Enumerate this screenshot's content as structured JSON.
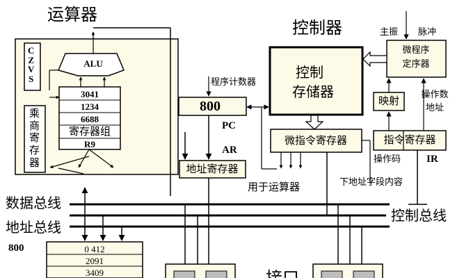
{
  "titles": {
    "arithmetic_unit": "运算器",
    "controller": "控制器",
    "interface": "接口"
  },
  "arithmetic": {
    "flags": [
      "C",
      "Z",
      "V",
      "S"
    ],
    "alu_label": "ALU",
    "registers": [
      "3041",
      "1234",
      "6688"
    ],
    "register_group_label": "寄存器组",
    "r9_label": "R9",
    "mul_div_register": [
      "乘",
      "商",
      "寄",
      "存",
      "器"
    ]
  },
  "control": {
    "pc_caption": "程序计数器",
    "pc_value": "800",
    "pc_label": "PC",
    "ar_label": "AR",
    "address_register": "地址寄存器",
    "control_store": [
      "控制",
      "存储器"
    ],
    "micro_ir": "微指令寄存器",
    "to_alu": "用于运算器",
    "sequencer": [
      "微程序",
      "定序器"
    ],
    "main_clock": "主振",
    "pulse": "脉冲",
    "mapping": "映射",
    "operand_address": [
      "操作数",
      "地址"
    ],
    "instruction_register": "指令寄存器",
    "opcode": "操作码",
    "ir_label": "IR",
    "lower_address": "下地址字段内容"
  },
  "buses": {
    "data_bus": "数据总线",
    "address_bus": "地址总线",
    "control_bus": "控制总线"
  },
  "memory": {
    "address_label": "800",
    "cells": [
      "0 412",
      "2091",
      "3409"
    ]
  }
}
